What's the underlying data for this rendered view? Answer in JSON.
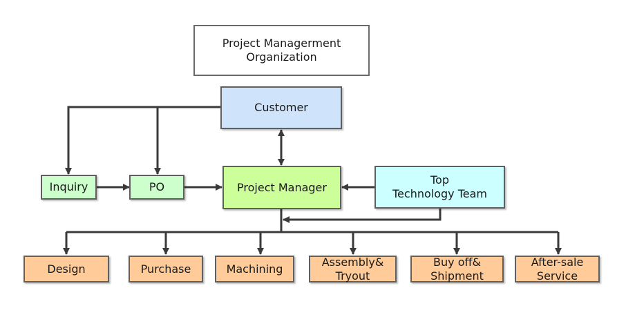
{
  "colors": {
    "title": "#ffffff",
    "customer": "#cfe3fb",
    "manager": "#ccff99",
    "green": "#ccffcc",
    "tech": "#ccffff",
    "orange": "#ffcc99",
    "line": "#3a3a3a"
  },
  "nodes": {
    "title": "Project Managerment\nOrganization",
    "customer": "Customer",
    "inquiry": "Inquiry",
    "po": "PO",
    "manager": "Project Manager",
    "tech": "Top\nTechnology Team",
    "design": "Design",
    "purchase": "Purchase",
    "machining": "Machining",
    "assembly": "Assembly&\nTryout",
    "buyoff": "Buy off&\nShipment",
    "aftersale": "After-sale\nService"
  }
}
